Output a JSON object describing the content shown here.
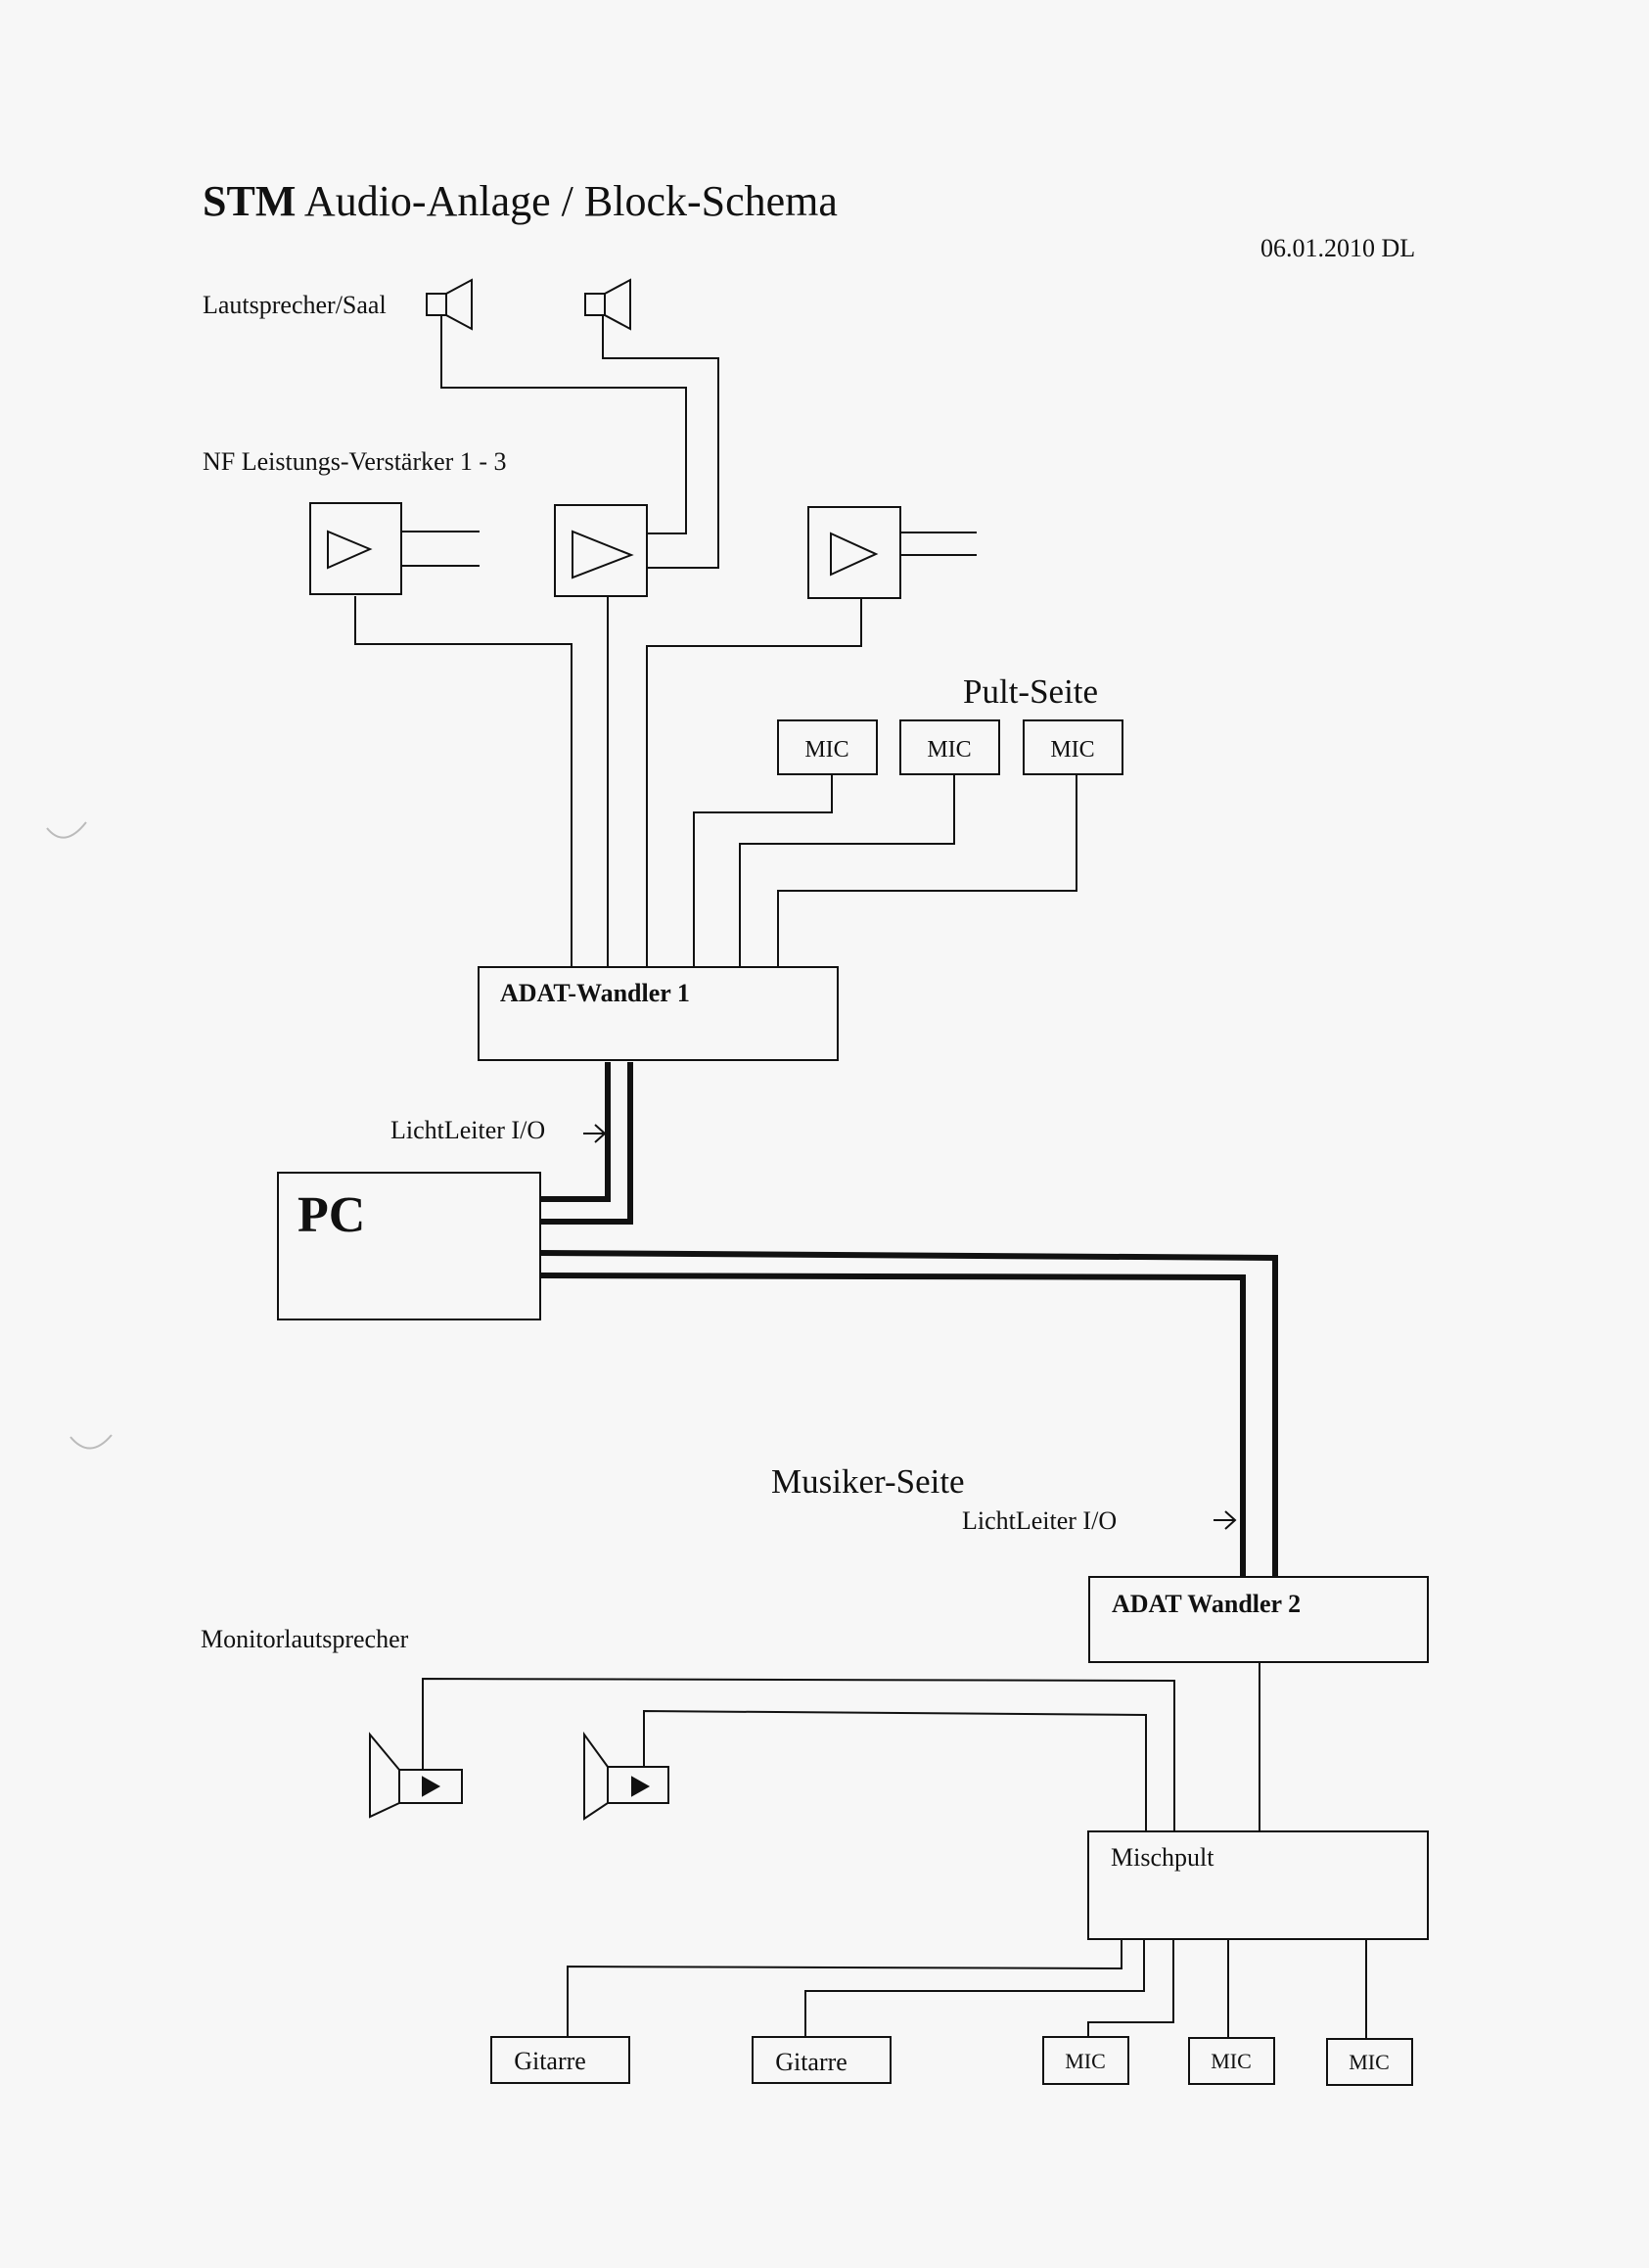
{
  "header": {
    "title_bold": "STM",
    "title_rest": " Audio-Anlage / Block-Schema",
    "date": "06.01.2010 DL"
  },
  "labels": {
    "speakers_hall": "Lautsprecher/Saal",
    "amplifiers": "NF Leistungs-Verstärker 1 - 3",
    "pult_side": "Pult-Seite",
    "musician_side": "Musiker-Seite",
    "fiber_io_1": "LichtLeiter   I/O",
    "fiber_io_2": "LichtLeiter   I/O",
    "monitors": "Monitorlautsprecher"
  },
  "blocks": {
    "adat1": "ADAT-Wandler 1",
    "adat2": "ADAT Wandler 2",
    "pc": "PC",
    "mixer": "Mischpult"
  },
  "pult_mics": [
    "MIC",
    "MIC",
    "MIC"
  ],
  "stage_inputs": [
    "Gitarre",
    "Gitarre",
    "MIC",
    "MIC",
    "MIC"
  ],
  "colors": {
    "ink": "#111111",
    "paper": "#f7f7f7"
  }
}
